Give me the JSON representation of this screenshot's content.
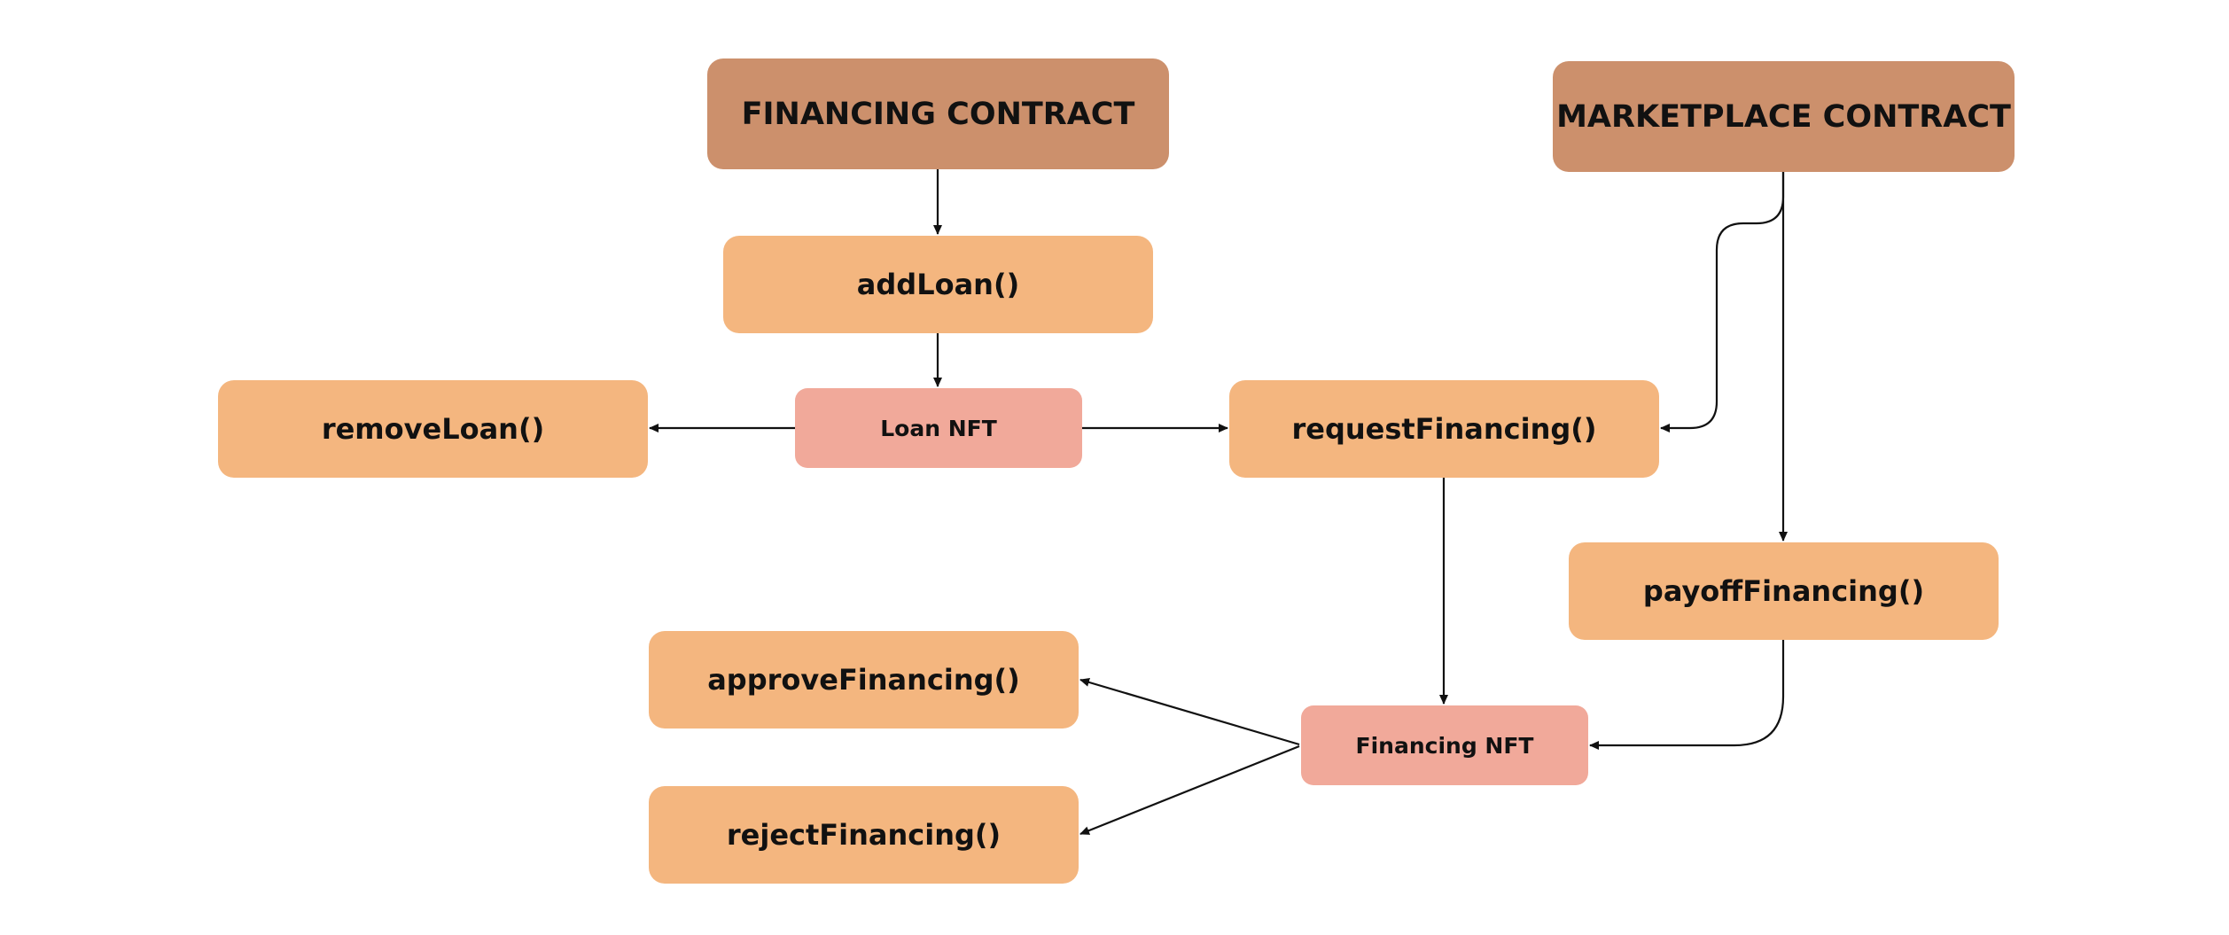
{
  "diagram": {
    "nodes": {
      "financing_contract": "FINANCING CONTRACT",
      "marketplace_contract": "MARKETPLACE CONTRACT",
      "add_loan": "addLoan()",
      "loan_nft": "Loan NFT",
      "remove_loan": "removeLoan()",
      "request_financing": "requestFinancing()",
      "payoff_financing": "payoffFinancing()",
      "financing_nft": "Financing NFT",
      "approve_financing": "approveFinancing()",
      "reject_financing": "rejectFinancing()"
    },
    "edges": [
      {
        "from": "FINANCING CONTRACT",
        "to": "addLoan()"
      },
      {
        "from": "addLoan()",
        "to": "Loan NFT"
      },
      {
        "from": "Loan NFT",
        "to": "removeLoan()"
      },
      {
        "from": "Loan NFT",
        "to": "requestFinancing()"
      },
      {
        "from": "MARKETPLACE CONTRACT",
        "to": "requestFinancing()"
      },
      {
        "from": "MARKETPLACE CONTRACT",
        "to": "payoffFinancing()"
      },
      {
        "from": "requestFinancing()",
        "to": "Financing NFT"
      },
      {
        "from": "payoffFinancing()",
        "to": "Financing NFT"
      },
      {
        "from": "Financing NFT",
        "to": "approveFinancing()"
      },
      {
        "from": "Financing NFT",
        "to": "rejectFinancing()"
      }
    ],
    "colors": {
      "contract_fill": "#cc906c",
      "function_fill": "#f4b67f",
      "nft_fill": "#f1a99a",
      "connector": "#111111"
    }
  }
}
